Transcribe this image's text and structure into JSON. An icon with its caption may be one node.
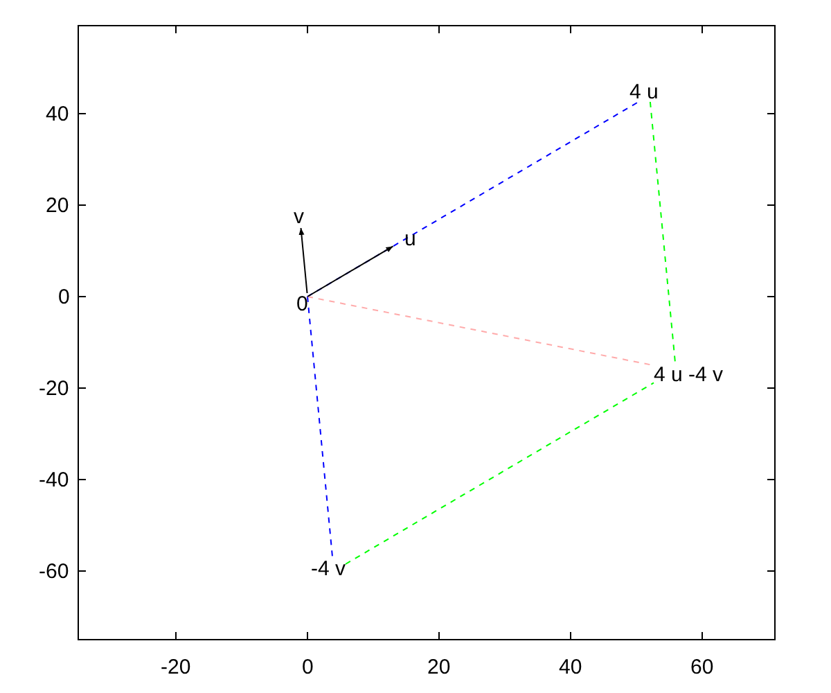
{
  "diagram": {
    "nodes": [
      {
        "text": [
          "0"
        ]
      },
      {
        "text": [
          "u"
        ]
      },
      {
        "text": [
          "v"
        ]
      },
      {
        "text": [
          "4 u"
        ]
      },
      {
        "text": [
          "4 u -4 v"
        ]
      },
      {
        "text": [
          "-4 v"
        ]
      }
    ],
    "edges": [
      {
        "from": 0,
        "to": 3,
        "arrow": "none",
        "style": "dashed",
        "color": "#0000ff"
      },
      {
        "from": 0,
        "to": 5,
        "arrow": "none",
        "style": "dashed",
        "color": "#0000ff"
      },
      {
        "from": 3,
        "to": 4,
        "arrow": "none",
        "style": "dashed",
        "color": "#00ff00"
      },
      {
        "from": 5,
        "to": 4,
        "arrow": "none",
        "style": "dashed",
        "color": "#00ff00"
      },
      {
        "from": 0,
        "to": 4,
        "arrow": "none",
        "style": "dashed",
        "color": "#ffaaaa"
      },
      {
        "from": 0,
        "to": 1,
        "arrow": "to",
        "color": "#000000"
      },
      {
        "from": 0,
        "to": 2,
        "arrow": "to",
        "color": "#000000"
      }
    ],
    "labels": [
      "40",
      "20",
      "0",
      "-20",
      "-40",
      "-60",
      "-20",
      "0",
      "20",
      "40",
      "60"
    ]
  }
}
